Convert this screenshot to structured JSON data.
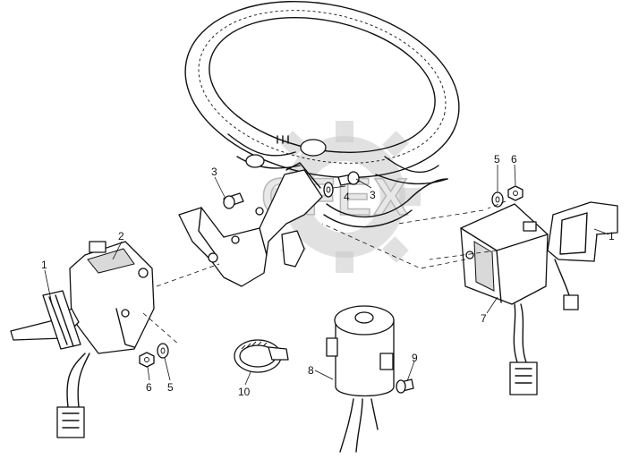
{
  "watermark": {
    "text": "GFEX"
  },
  "callouts": {
    "c1_left": "1",
    "c2": "2",
    "c3_left": "3",
    "c3_right": "3",
    "c4": "4",
    "c5_top": "5",
    "c6_top": "6",
    "c1_right": "1",
    "c7": "7",
    "c6_bottom": "6",
    "c5_bottom": "5",
    "c10": "10",
    "c8": "8",
    "c9": "9"
  }
}
